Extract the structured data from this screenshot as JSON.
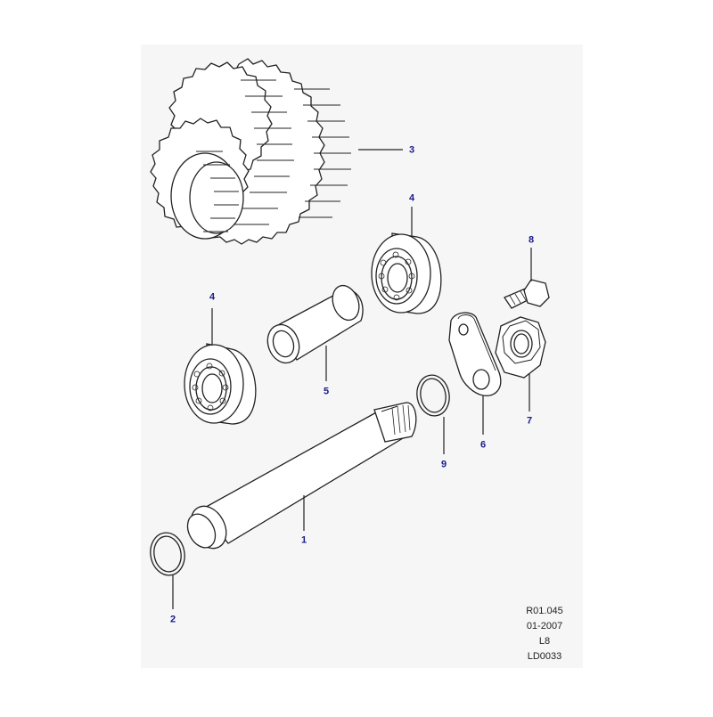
{
  "diagram": {
    "accent_color": "#1a1a8c",
    "line_color": "#222222",
    "panel_color": "#f6f6f6",
    "callouts": {
      "c1": "1",
      "c2": "2",
      "c3": "3",
      "c4a": "4",
      "c4b": "4",
      "c5": "5",
      "c6": "6",
      "c7": "7",
      "c8": "8",
      "c9": "9"
    },
    "reference": {
      "code": "R01.045",
      "date": "01-2007",
      "sheet": "L8",
      "doc_id": "LD0033"
    }
  }
}
